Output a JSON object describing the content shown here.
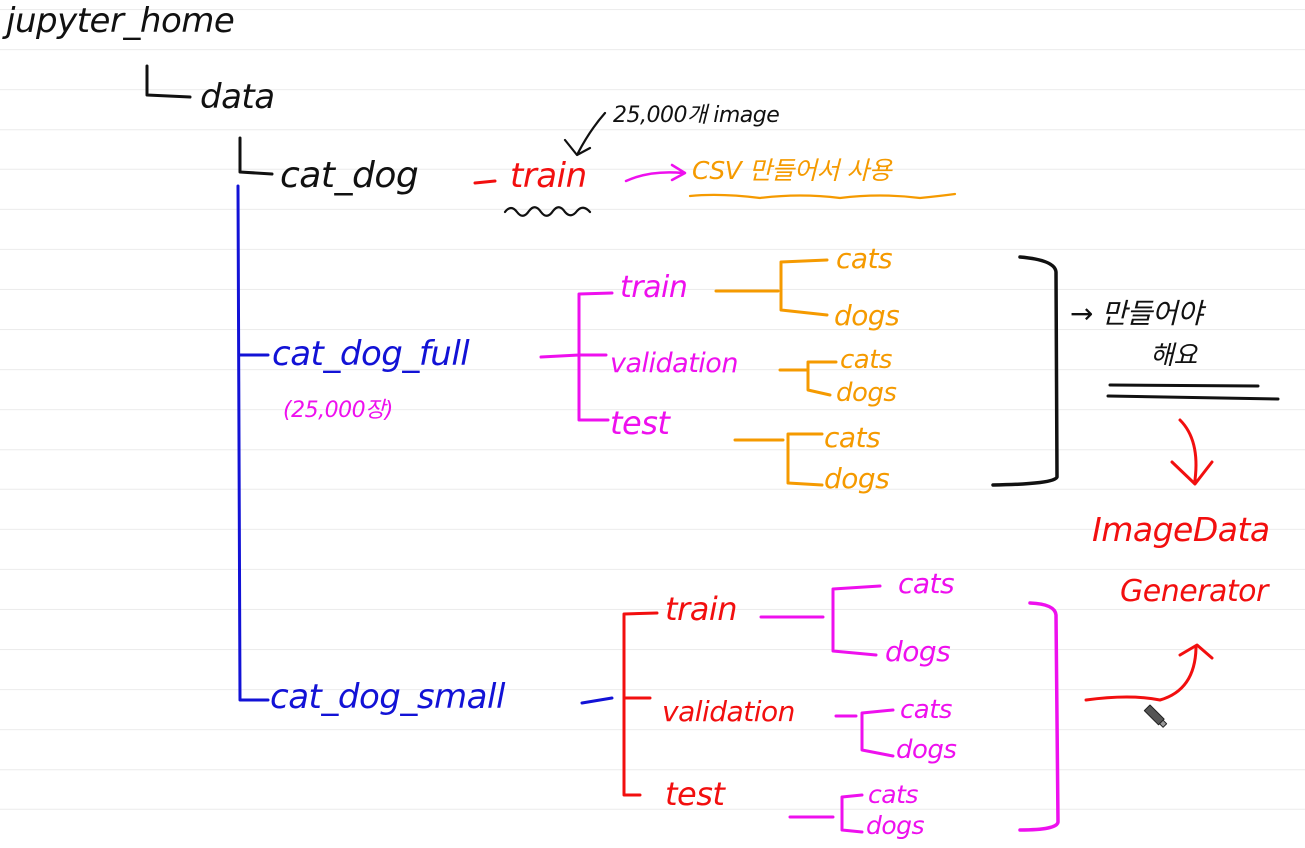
{
  "colors": {
    "black": "#111111",
    "red": "#f20f0f",
    "blue": "#1212d6",
    "magenta": "#ee10ee",
    "orange": "#f59a00"
  },
  "root": "jupyter_home",
  "data_dir": "data",
  "cat_dog": {
    "name": "cat_dog",
    "train": "train",
    "note_count": "25,000개 image",
    "note_csv": "CSV 만들어서 사용"
  },
  "full": {
    "name": "cat_dog_full",
    "count": "(25,000장)",
    "train": "train",
    "validation": "validation",
    "test": "test",
    "cats": "cats",
    "dogs": "dogs"
  },
  "small": {
    "name": "cat_dog_small",
    "train": "train",
    "validation": "validation",
    "test": "test",
    "cats": "cats",
    "dogs": "dogs"
  },
  "note_make": "→ 만들어야",
  "note_make2": "해요",
  "generator_line1": "ImageData",
  "generator_line2": "Generator"
}
